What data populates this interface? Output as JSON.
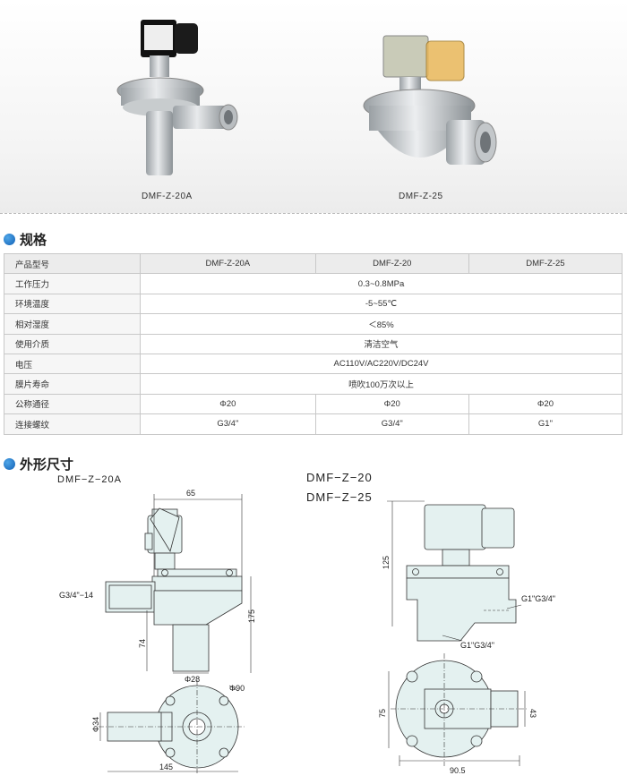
{
  "products": [
    {
      "caption": "DMF-Z-20A"
    },
    {
      "caption": "DMF-Z-25"
    }
  ],
  "spec_section": {
    "title": "规格"
  },
  "spec_table": {
    "header": [
      "产品型号",
      "DMF-Z-20A",
      "DMF-Z-20",
      "DMF-Z-25"
    ],
    "rows": [
      {
        "label": "工作压力",
        "value": "0.3~0.8MPa"
      },
      {
        "label": "环境温度",
        "value": "-5~55℃"
      },
      {
        "label": "相对湿度",
        "value": "＜85%"
      },
      {
        "label": "使用介质",
        "value": "清洁空气"
      },
      {
        "label": "电压",
        "value": "AC110V/AC220V/DC24V"
      },
      {
        "label": "膜片寿命",
        "value": "喷吹100万次以上"
      },
      {
        "label": "公称通径",
        "values": [
          "Φ20",
          "Φ20",
          "Φ20"
        ]
      },
      {
        "label": "连接螺纹",
        "values": [
          "G3/4\"",
          "G3/4\"",
          "G1\""
        ]
      }
    ]
  },
  "dim_section": {
    "title": "外形尺寸",
    "left_model": "DMF−Z−20A",
    "right_models": [
      "DMF−Z−20",
      "DMF−Z−25"
    ]
  },
  "left_drawing": {
    "dim_65": "65",
    "thread": "G3/4\"−14",
    "dim_175": "175",
    "dim_74": "74",
    "dim_phi28": "Φ28",
    "dim_phi90": "Φ90",
    "dim_phi34": "Φ34",
    "dim_145": "145"
  },
  "right_drawing": {
    "dim_125": "125",
    "thread_right": "G1\"G3/4\"",
    "thread_bottom": "G1\"G3/4\"",
    "dim_75": "75",
    "dim_43": "43",
    "dim_90_5": "90.5"
  },
  "colors": {
    "accent": "#1a6cc4",
    "drawing_fill": "#e4f1f0",
    "line": "#333333"
  }
}
